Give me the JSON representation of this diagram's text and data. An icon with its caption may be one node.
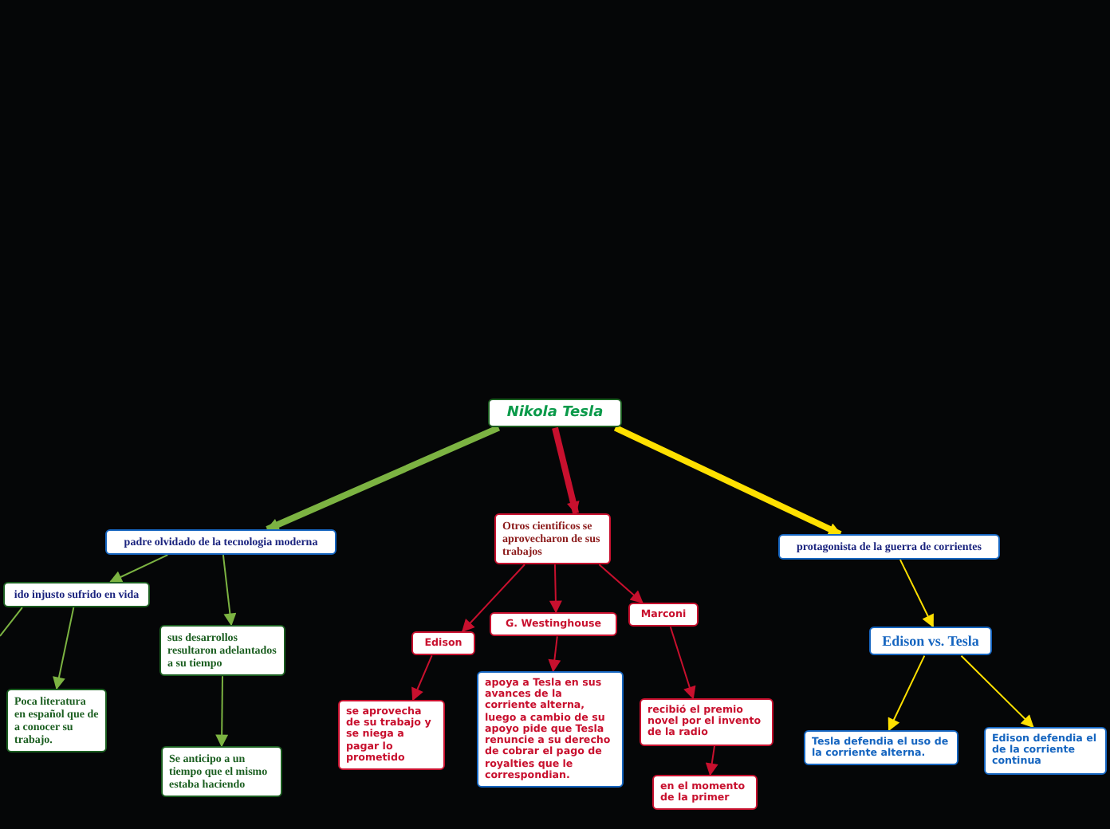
{
  "diagram": {
    "nodes": [
      {
        "text": [
          "Nikola Tesla"
        ]
      },
      {
        "text": [
          "padre olvidado de la tecnologia moderna"
        ]
      },
      {
        "text": [
          "Otros cientificos se aprovecharon de sus trabajos"
        ]
      },
      {
        "text": [
          "protagonista de la guerra de corrientes"
        ]
      },
      {
        "text": [
          "ido injusto sufrido en vida"
        ]
      },
      {
        "text": [
          "sus desarrollos resultaron adelantados a su tiempo"
        ]
      },
      {
        "text": [
          "Poca literatura en español que de a conocer su trabajo."
        ]
      },
      {
        "text": [
          "Se anticipo a un tiempo que el mismo estaba haciendo"
        ]
      },
      {
        "text": [
          "Edison"
        ]
      },
      {
        "text": [
          "G. Westinghouse"
        ]
      },
      {
        "text": [
          "Marconi"
        ]
      },
      {
        "text": [
          "se aprovecha de su trabajo y se niega a pagar lo prometido"
        ]
      },
      {
        "text": [
          "apoya a Tesla en sus avances de la corriente alterna, luego a cambio de su apoyo pide que Tesla renuncie a su derecho de cobrar el pago de royalties que le correspondian."
        ]
      },
      {
        "text": [
          "recibió el premio novel por el invento de la radio"
        ]
      },
      {
        "text": [
          "en el momento de la primer"
        ]
      },
      {
        "text": [
          "Edison vs. Tesla"
        ]
      },
      {
        "text": [
          "Tesla defendia el uso de la corriente alterna."
        ]
      },
      {
        "text": [
          "Edison defendia el de la corriente continua"
        ]
      }
    ],
    "edges": [
      {
        "from": 0,
        "to": 1,
        "arrow": "to",
        "style": "thick",
        "color": "#7cb342"
      },
      {
        "from": 0,
        "to": 2,
        "arrow": "to",
        "style": "thick",
        "color": "#c8102e"
      },
      {
        "from": 0,
        "to": 3,
        "arrow": "to",
        "style": "thick",
        "color": "#ffe000"
      },
      {
        "from": 1,
        "to": 4,
        "arrow": "to",
        "color": "#7cb342"
      },
      {
        "from": 1,
        "to": 5,
        "arrow": "to",
        "color": "#7cb342"
      },
      {
        "from": 4,
        "to": null,
        "arrow": "none",
        "color": "#7cb342"
      },
      {
        "from": 4,
        "to": 6,
        "arrow": "to",
        "color": "#7cb342"
      },
      {
        "from": 5,
        "to": 7,
        "arrow": "to",
        "color": "#7cb342"
      },
      {
        "from": 2,
        "to": 8,
        "arrow": "to",
        "color": "#c8102e"
      },
      {
        "from": 2,
        "to": 9,
        "arrow": "to",
        "color": "#c8102e"
      },
      {
        "from": 2,
        "to": 10,
        "arrow": "to",
        "color": "#c8102e"
      },
      {
        "from": 8,
        "to": 11,
        "arrow": "to",
        "color": "#c8102e"
      },
      {
        "from": 9,
        "to": 12,
        "arrow": "to",
        "color": "#c8102e"
      },
      {
        "from": 10,
        "to": 13,
        "arrow": "to",
        "color": "#c8102e"
      },
      {
        "from": 13,
        "to": 14,
        "arrow": "to",
        "color": "#c8102e"
      },
      {
        "from": 3,
        "to": 15,
        "arrow": "to",
        "color": "#ffe000"
      },
      {
        "from": 15,
        "to": 16,
        "arrow": "to",
        "color": "#ffe000"
      },
      {
        "from": 15,
        "to": 17,
        "arrow": "to",
        "color": "#ffe000"
      }
    ]
  }
}
